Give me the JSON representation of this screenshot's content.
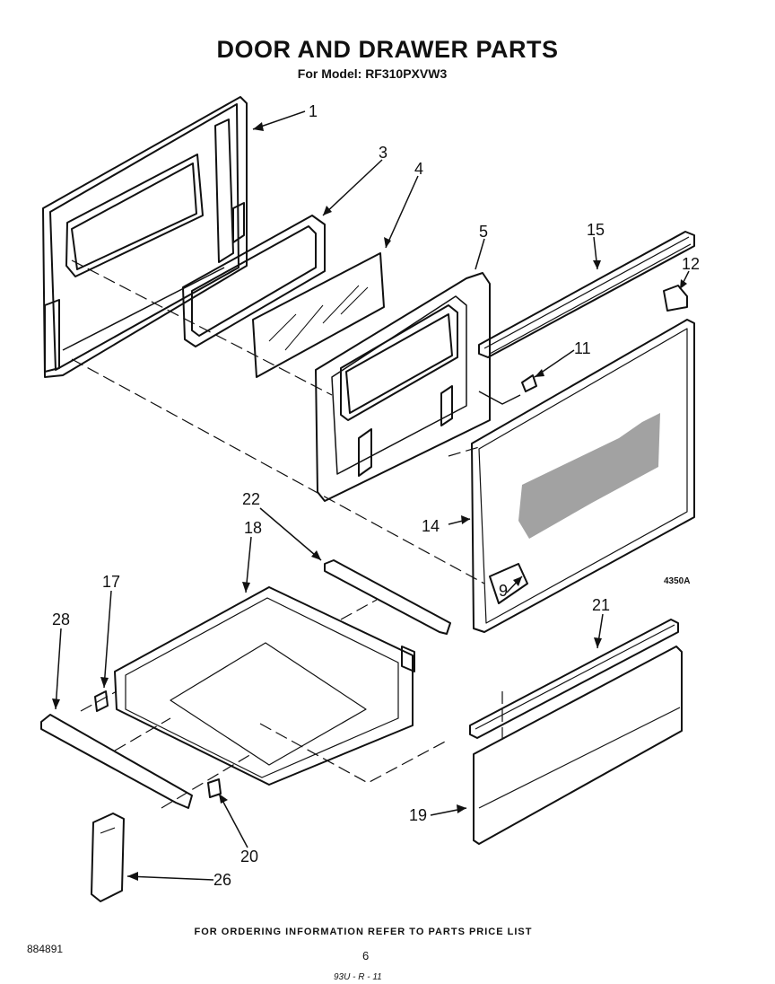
{
  "header": {
    "title": "DOOR AND DRAWER PARTS",
    "subtitle": "For Model: RF310PXVW3"
  },
  "callouts": {
    "c1": "1",
    "c3": "3",
    "c4": "4",
    "c5": "5",
    "c15": "15",
    "c12": "12",
    "c11": "11",
    "c14": "14",
    "c9": "9",
    "c22": "22",
    "c18": "18",
    "c17": "17",
    "c28": "28",
    "c21": "21",
    "c19": "19",
    "c20": "20",
    "c26": "26"
  },
  "diagram_code": "4350A",
  "footer": {
    "ordering_info": "FOR ORDERING INFORMATION REFER TO PARTS PRICE LIST",
    "doc_number": "884891",
    "page_number": "6",
    "handwritten_note": "93U - R - 11"
  }
}
